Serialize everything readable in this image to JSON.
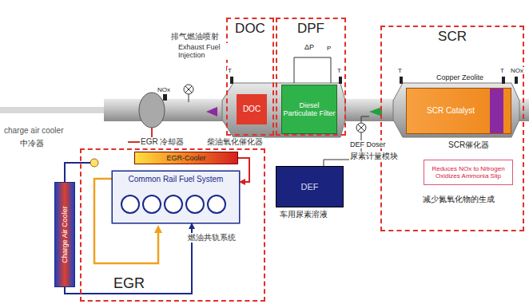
{
  "diagram": {
    "nodes": [
      {
        "text": [
          "DOC"
        ]
      },
      {
        "text": [
          "DOC"
        ],
        "in": 0
      },
      {
        "text": [
          "DPF"
        ]
      },
      {
        "text": [
          "Diesel Particulate Filter"
        ],
        "in": 2
      },
      {
        "text": [
          "SCR"
        ]
      },
      {
        "text": [
          "SCR Catalyst"
        ],
        "in": 4
      },
      {
        "text": [
          "Reduces NOx to Nitrogen Oxidizes Ammonia Slip"
        ],
        "in": 4
      },
      {
        "text": [
          "DEF",
          "车用尿素溶液"
        ]
      },
      {
        "text": [
          "EGR"
        ]
      },
      {
        "text": [
          "EGR-Cooler"
        ],
        "in": 8
      },
      {
        "text": [
          "Common Rail Fuel System"
        ],
        "in": 8
      },
      {
        "text": [
          "Charge Air Cooler"
        ]
      }
    ],
    "edges": [
      {
        "from": 9,
        "to": 10,
        "arrow": "to"
      },
      {
        "from": 11,
        "to": 10,
        "arrow": "to"
      }
    ],
    "labels": [
      "排气燃油喷射",
      "Exhaust Fuel Injection",
      "NOx",
      "T",
      "ΔP",
      "P",
      "T",
      "柴油氧化催化器",
      "DEF Doser",
      "尿素计量模块",
      "T",
      "Copper Zeolite",
      "T",
      "NOx",
      "SCR催化器",
      "减少氮氧化物的生成",
      "charge air cooler",
      "中冷器",
      "EGR 冷却器",
      "燃油共轨系统"
    ]
  }
}
